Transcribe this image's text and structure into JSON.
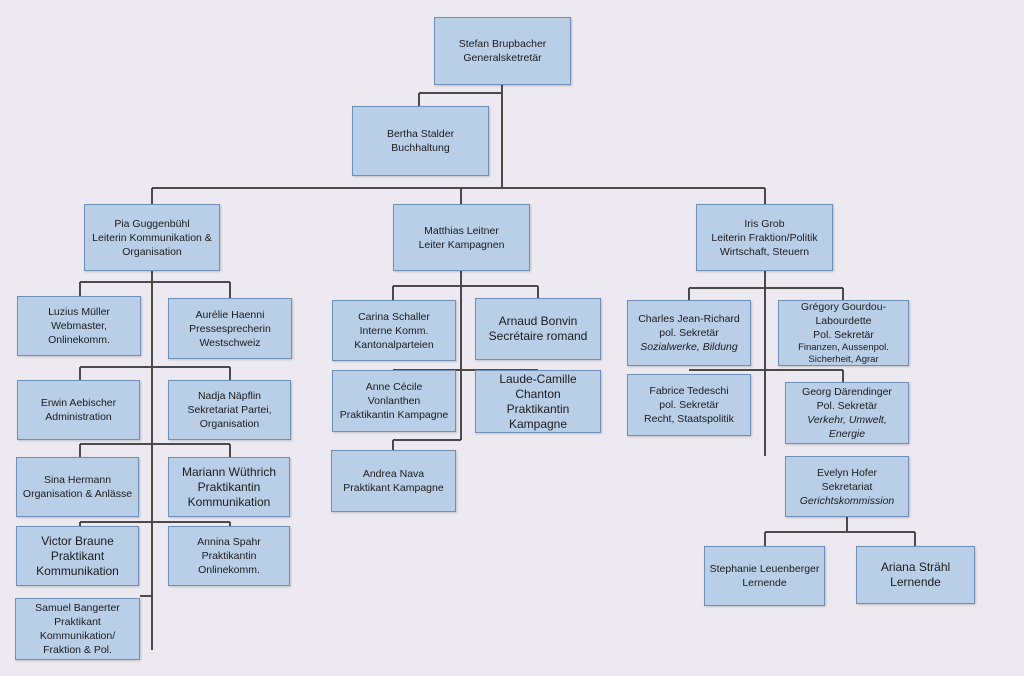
{
  "org": {
    "brupbacher": {
      "lines": [
        {
          "t": "Stefan Brupbacher"
        },
        {
          "t": "Generalsketretär"
        }
      ]
    },
    "stalder": {
      "lines": [
        {
          "t": "Bertha Stalder"
        },
        {
          "t": "Buchhaltung"
        }
      ]
    },
    "guggenbuehl": {
      "lines": [
        {
          "t": "Pia Guggenbühl"
        },
        {
          "t": "Leiterin Kommunikation &"
        },
        {
          "t": "Organisation"
        }
      ]
    },
    "leitner": {
      "lines": [
        {
          "t": "Matthias Leitner"
        },
        {
          "t": "Leiter Kampagnen"
        }
      ]
    },
    "grob": {
      "lines": [
        {
          "t": "Iris Grob"
        },
        {
          "t": "Leiterin Fraktion/Politik"
        },
        {
          "t": "Wirtschaft, Steuern"
        }
      ]
    },
    "mueller": {
      "lines": [
        {
          "t": "Luzius Müller"
        },
        {
          "t": "Webmaster,"
        },
        {
          "t": "Onlinekomm."
        }
      ]
    },
    "haenni": {
      "lines": [
        {
          "t": "Aurélie Haenni"
        },
        {
          "t": "Pressesprecherin"
        },
        {
          "t": "Westschweiz"
        }
      ]
    },
    "aebischer": {
      "lines": [
        {
          "t": "Erwin Aebischer"
        },
        {
          "t": "Administration"
        }
      ]
    },
    "naepflin": {
      "lines": [
        {
          "t": "Nadja Näpflin"
        },
        {
          "t": "Sekretariat Partei,"
        },
        {
          "t": "Organisation"
        }
      ]
    },
    "hermann": {
      "lines": [
        {
          "t": "Sina Hermann"
        },
        {
          "t": "Organisation & Anlässe"
        }
      ]
    },
    "wuethrich": {
      "lines": [
        {
          "t": "Mariann Wüthrich"
        },
        {
          "t": "Praktikantin"
        },
        {
          "t": "Kommunikation"
        }
      ]
    },
    "braune": {
      "lines": [
        {
          "t": "Victor Braune"
        },
        {
          "t": "Praktikant"
        },
        {
          "t": "Kommunikation"
        }
      ]
    },
    "spahr": {
      "lines": [
        {
          "t": "Annina Spahr"
        },
        {
          "t": "Praktikantin"
        },
        {
          "t": "Onlinekomm."
        }
      ]
    },
    "bangerter": {
      "lines": [
        {
          "t": "Samuel Bangerter"
        },
        {
          "t": "Praktikant"
        },
        {
          "t": "Kommunikation/"
        },
        {
          "t": "Fraktion & Pol."
        }
      ]
    },
    "schaller": {
      "lines": [
        {
          "t": "Carina Schaller"
        },
        {
          "t": "Interne Komm."
        },
        {
          "t": "Kantonalparteien"
        }
      ]
    },
    "bonvin": {
      "lines": [
        {
          "t": "Arnaud Bonvin"
        },
        {
          "t": "Secrétaire romand"
        }
      ]
    },
    "vonlanthen": {
      "lines": [
        {
          "t": "Anne Cécile"
        },
        {
          "t": "Vonlanthen"
        },
        {
          "t": "Praktikantin Kampagne"
        }
      ]
    },
    "chanton": {
      "lines": [
        {
          "t": "Laude-Camille Chanton"
        },
        {
          "t": "Praktikantin Kampagne"
        }
      ]
    },
    "nava": {
      "lines": [
        {
          "t": "Andrea Nava"
        },
        {
          "t": "Praktikant Kampagne"
        }
      ]
    },
    "jeanrichard": {
      "lines": [
        {
          "t": "Charles Jean-Richard"
        },
        {
          "t": "pol. Sekretär"
        },
        {
          "t": "Sozialwerke, Bildung",
          "i": true
        }
      ]
    },
    "gourdou": {
      "lines": [
        {
          "t": "Grégory Gourdou-"
        },
        {
          "t": "Labourdette"
        },
        {
          "t": "Pol. Sekretär"
        },
        {
          "t": "Finanzen, Aussenpol.",
          "s": true
        },
        {
          "t": "Sicherheit, Agrar",
          "s": true
        }
      ]
    },
    "tedeschi": {
      "lines": [
        {
          "t": "Fabrice Tedeschi"
        },
        {
          "t": "pol. Sekretär"
        },
        {
          "t": "Recht, Staatspolitik"
        }
      ]
    },
    "daerendinger": {
      "lines": [
        {
          "t": "Georg Därendinger"
        },
        {
          "t": "Pol. Sekretär"
        },
        {
          "t": "Verkehr, Umwelt,",
          "i": true
        },
        {
          "t": "Energie",
          "i": true
        }
      ]
    },
    "hofer": {
      "lines": [
        {
          "t": "Evelyn Hofer"
        },
        {
          "t": "Sekretariat"
        },
        {
          "t": "Gerichtskommission",
          "i": true
        }
      ]
    },
    "leuenberger": {
      "lines": [
        {
          "t": "Stephanie Leuenberger"
        },
        {
          "t": "Lernende"
        }
      ]
    },
    "straehl": {
      "lines": [
        {
          "t": "Ariana Strähl"
        },
        {
          "t": "Lernende"
        }
      ]
    }
  }
}
